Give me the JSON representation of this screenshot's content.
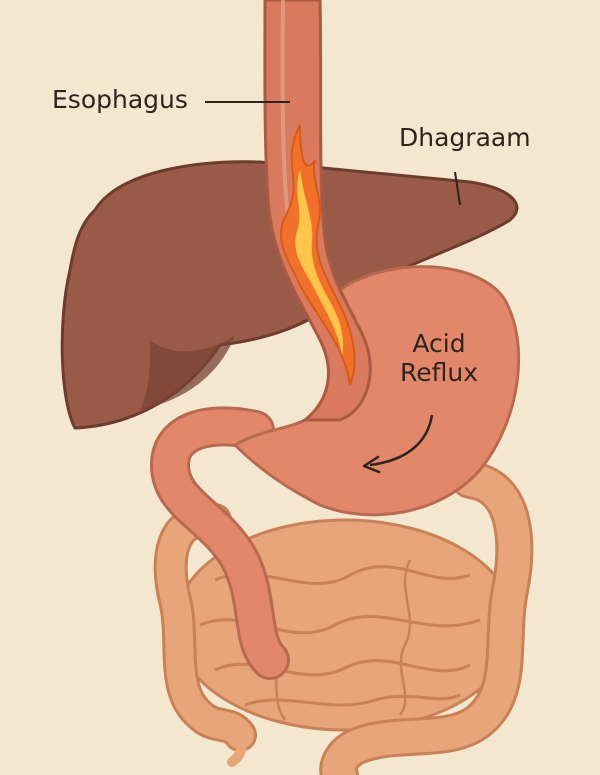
{
  "labels": {
    "esophagus": "Esophagus",
    "diaphragm": "Dhagraam",
    "acid_line1": "Acid",
    "acid_line2": "Reflux"
  },
  "colors": {
    "background": "#f3e7cf",
    "liver": "#9a5a48",
    "liver_shadow": "#7a4336",
    "esophagus": "#d97a5e",
    "stomach": "#e3876a",
    "intestine": "#e8a57a",
    "flame_outer": "#f0722a",
    "flame_inner": "#ffc44a",
    "text": "#2f2320"
  },
  "icons": [
    "flame-icon",
    "curved-arrow-icon"
  ]
}
